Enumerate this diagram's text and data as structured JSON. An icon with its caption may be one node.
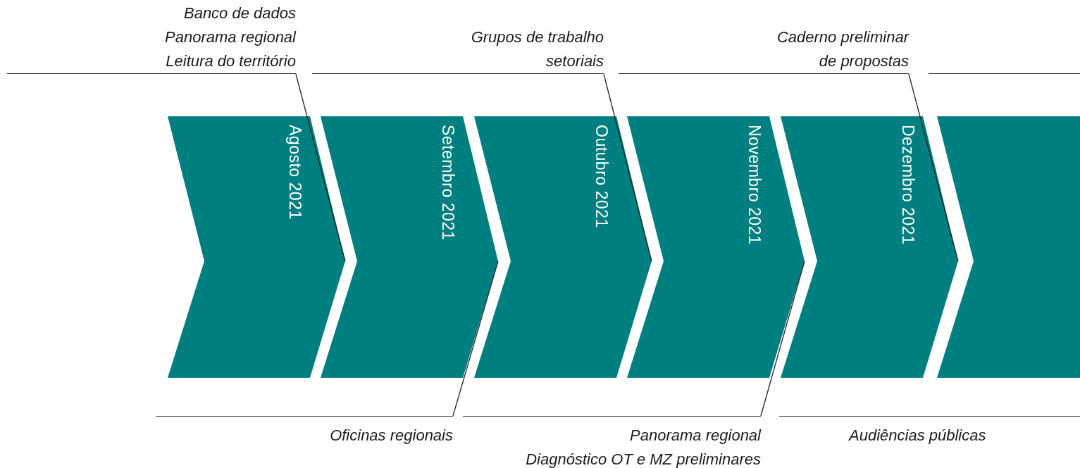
{
  "diagram": {
    "nodes": [
      {
        "text": [
          "Banco de dados",
          "Panorama regional",
          "Leitura do território"
        ]
      },
      {
        "text": [
          "Grupos de trabalho setoriais"
        ]
      },
      {
        "text": [
          "Caderno preliminar de propostas"
        ]
      },
      {
        "text": [
          "Agosto 2021"
        ]
      },
      {
        "text": [
          "Setembro 2021"
        ]
      },
      {
        "text": [
          "Outubro 2021"
        ]
      },
      {
        "text": [
          "Novembro 2021"
        ]
      },
      {
        "text": [
          "Dezembro 2021"
        ]
      },
      {
        "text": [],
        "shape": "chevron"
      },
      {
        "text": [
          "Oficinas regionais"
        ]
      },
      {
        "text": [
          "Panorama regional",
          "Diagnóstico OT e MZ preliminares"
        ]
      }
    ],
    "edges": [
      {
        "from": 0,
        "to": 3,
        "arrow": "none"
      },
      {
        "from": 1,
        "to": 5,
        "arrow": "none"
      },
      {
        "from": 2,
        "to": 7,
        "arrow": "none"
      },
      {
        "from": 9,
        "to": 4,
        "arrow": "none"
      },
      {
        "from": 10,
        "to": 6,
        "arrow": "none"
      }
    ],
    "labels": [
      "Audiências públicas"
    ]
  }
}
